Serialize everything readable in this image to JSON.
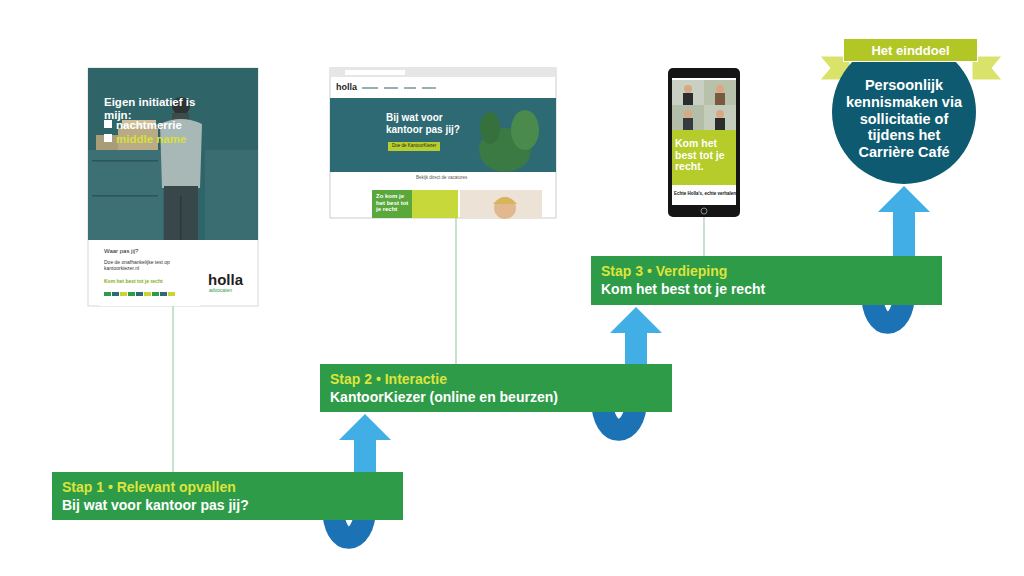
{
  "diagram": {
    "nodes": [
      {
        "text": [
          "Eigen initiatief is mijn:",
          "nachtmerrie",
          "middle name",
          "Waar pas jij?",
          "Doe de onafhankelijke test op kantoorkiezer.nl",
          "Kom het best tot je recht",
          "holla",
          "advocaten"
        ]
      },
      {
        "text": [
          "holla",
          "Bij wat voor kantoor pas jij?",
          "Doe de KantoorKiezer",
          "Bekijk direct de vacatures",
          "Zo kom je het best tot je recht"
        ]
      },
      {
        "text": [
          "Kom het best tot je recht.",
          "Echte Holla's, echte verhalen"
        ]
      },
      {
        "text": [
          "Stap 1 • Relevant opvallen",
          "Bij wat voor kantoor pas jij?"
        ]
      },
      {
        "text": [
          "Stap 2 • Interactie",
          "KantoorKiezer (online en beurzen)"
        ]
      },
      {
        "text": [
          "Stap 3 • Verdieping",
          "Kom het best tot je recht"
        ]
      },
      {
        "text": [
          "Het einddoel"
        ]
      },
      {
        "text": [
          "Persoonlijk kennismaken via sollicitatie of tijdens het Carrière Café"
        ]
      }
    ],
    "edges": [
      {
        "from": 0,
        "to": 3,
        "arrow": "none"
      },
      {
        "from": 1,
        "to": 4,
        "arrow": "none"
      },
      {
        "from": 2,
        "to": 5,
        "arrow": "none"
      },
      {
        "from": 3,
        "to": 4,
        "arrow": "to"
      },
      {
        "from": 4,
        "to": 5,
        "arrow": "to"
      },
      {
        "from": 5,
        "to": 7,
        "arrow": "to"
      }
    ]
  }
}
